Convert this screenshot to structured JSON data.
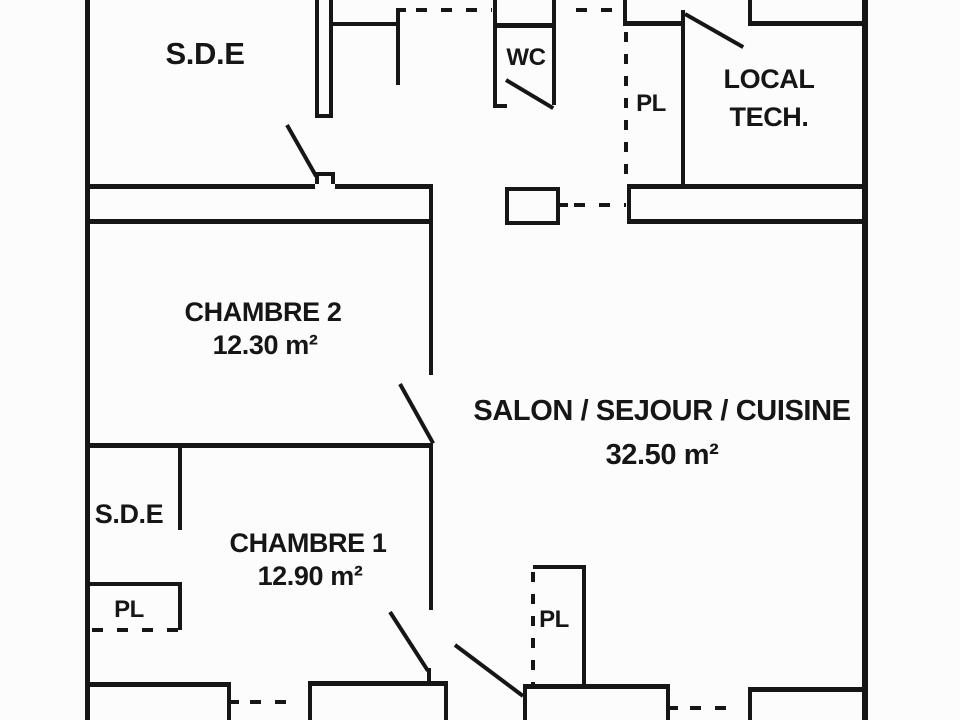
{
  "colors": {
    "wall": "#161616",
    "background": "#fcfcfc"
  },
  "rooms": {
    "sde_top": {
      "label": "S.D.E"
    },
    "wc": {
      "label": "WC"
    },
    "pl_top": {
      "label": "PL"
    },
    "local_tech": {
      "label_line1": "LOCAL",
      "label_line2": "TECH."
    },
    "chambre2": {
      "label": "CHAMBRE 2",
      "area": "12.30 m²"
    },
    "salon": {
      "label": "SALON / SEJOUR / CUISINE",
      "area": "32.50 m²"
    },
    "sde_bottom": {
      "label": "S.D.E"
    },
    "chambre1": {
      "label": "CHAMBRE 1",
      "area": "12.90 m²"
    },
    "pl_bottom": {
      "label": "PL"
    },
    "pl_salon": {
      "label": "PL"
    }
  }
}
